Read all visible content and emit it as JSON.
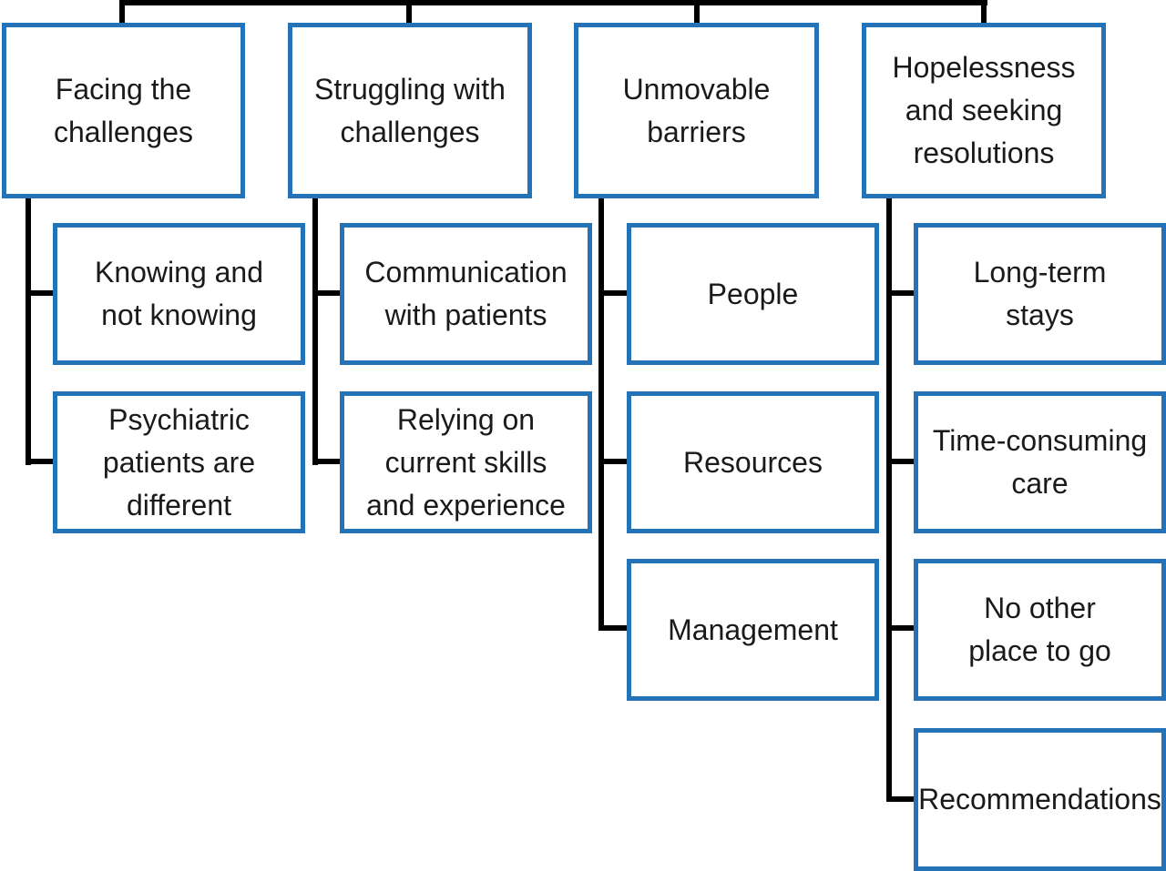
{
  "colors": {
    "box_border": "#2473b8",
    "connector": "#000000",
    "text": "#1a1a1a"
  },
  "themes": [
    {
      "label": "Facing the\nchallenges",
      "subthemes": [
        "Knowing and\nnot knowing",
        "Psychiatric\npatients are\ndifferent"
      ]
    },
    {
      "label": "Struggling with\nchallenges",
      "subthemes": [
        "Communication\nwith patients",
        "Relying on\ncurrent skills\nand experience"
      ]
    },
    {
      "label": "Unmovable\nbarriers",
      "subthemes": [
        "People",
        "Resources",
        "Management"
      ]
    },
    {
      "label": "Hopelessness\nand seeking\nresolutions",
      "subthemes": [
        "Long-term\nstays",
        "Time-consuming\ncare",
        "No other\nplace to go",
        "Recommendations"
      ]
    }
  ]
}
